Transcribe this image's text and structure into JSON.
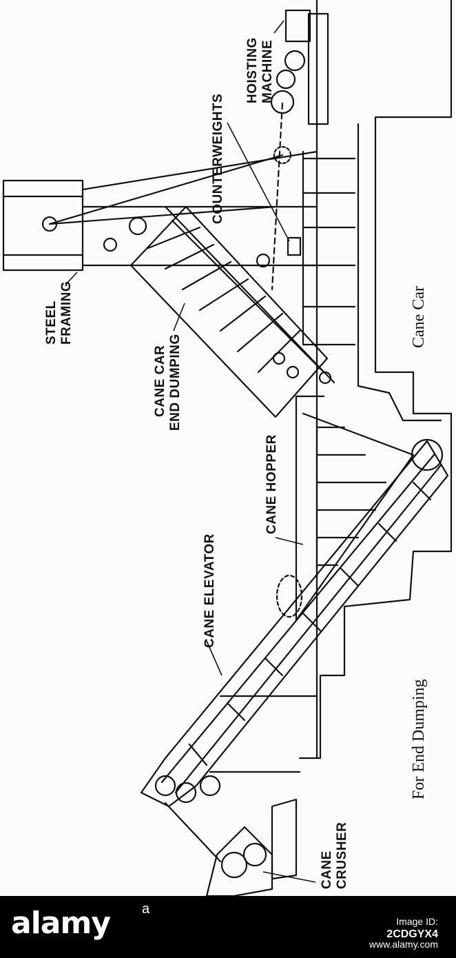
{
  "labels": {
    "counterweights": "COUNTERWEIGHTS",
    "hoisting_line1": "HOISTING",
    "hoisting_line2": "MACHINE",
    "steel_line1": "STEEL",
    "steel_line2": "FRAMING",
    "cane_car_line1": "CANE CAR",
    "cane_car_line2": "END DUMPING",
    "cane_hopper": "CANE HOPPER",
    "cane_elevator": "CANE ELEVATOR",
    "crusher_line1": "CANE",
    "crusher_line2": "CRUSHER"
  },
  "captions": {
    "cane_car": "Cane Car",
    "end_dumping": "For End Dumping"
  },
  "footer": {
    "brand": "alamy",
    "brand_mark": "a",
    "image_id_label": "Image ID:",
    "image_id_value": "2CDGYX4",
    "site": "www.alamy.com"
  },
  "colors": {
    "ink": "#111111",
    "paper": "#fbfbfb",
    "footer_bg": "#000000",
    "footer_text": "#ffffff"
  }
}
